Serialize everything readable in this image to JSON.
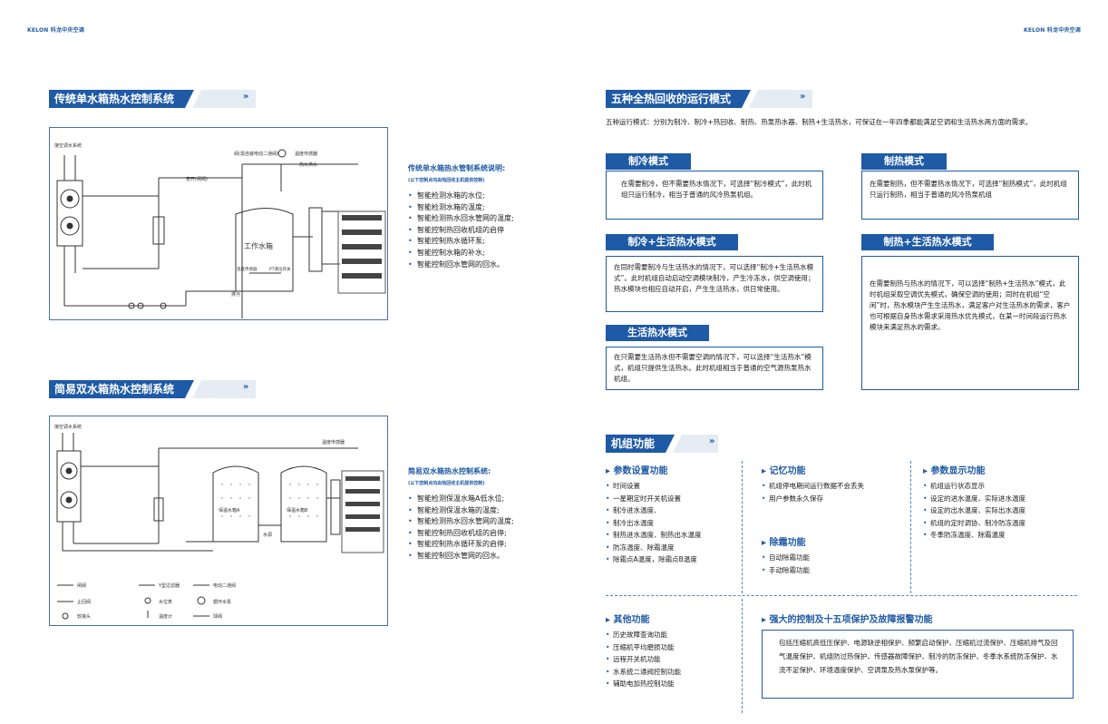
{
  "header": {
    "logo_left": "KELON 科龙中央空调",
    "logo_right": "KELON 科龙中央空调"
  },
  "left": {
    "section1": {
      "title": "传统单水箱热水控制系统",
      "diagram": {
        "label_tl": "接空调水系统",
        "label_top": "阀(需自装电动二通阀)",
        "label_sensor": "温度传感器",
        "label_supply": "热水供水",
        "label_valve": "安开(闸阀)",
        "label_tank": "工作水箱",
        "label_sensor2": "温度传感器",
        "label_level": "PT液位开关",
        "label_drain": "排污"
      },
      "desc_title": "传统单水箱热水管制系统说明:",
      "desc_sub": "(以下控制点均由热回收主机提供控制)",
      "bullets": [
        "智能检测水箱的水位;",
        "智能检测水箱的温度;",
        "智能检测热水回水管网的温度;",
        "智能控制热回收机组的启停",
        "智能控制热水循环泵;",
        "智能控制水箱的补水;",
        "智能控制回水管网的回水。"
      ]
    },
    "section2": {
      "title": "简易双水箱热水控制系统",
      "diagram": {
        "label_tl": "接空调水系统",
        "label_sensor": "温度传感器",
        "label_tank1": "保温水箱A",
        "label_tank2": "保温水箱B",
        "label_water": "水源",
        "legend": [
          "闸阀",
          "Y型过滤器",
          "电动二通阀",
          "止回阀",
          "水位表",
          "循环水泵",
          "软接头",
          "温度计",
          "球阀"
        ]
      },
      "desc_title": "简易双水箱热水控制系统:",
      "desc_sub": "(以下控制点均由热回收主机提供控制)",
      "bullets": [
        "智能检测保温水箱A低水位;",
        "智能检测保温水箱的温度;",
        "智能检测热水回水管网的温度;",
        "智能控制热回收机组的启停;",
        "智能控制热水循环泵的启停;",
        "智能控制回水管网的回水。"
      ]
    }
  },
  "right": {
    "modes": {
      "title": "五种全热回收的运行模式",
      "intro": "五种运行模式：分别为制冷、制冷+热回收、制热、热泵热水器、制热+生活热水，可保证在一年四季都能满足空调和生活热水两方面的需求。",
      "cooling": {
        "title": "制冷模式",
        "text": "在需要制冷，但不需要热水情况下，可选择“制冷模式”，此时机组只运行制冷，相当于普通的风冷热泵机组。"
      },
      "heating": {
        "title": "制热模式",
        "text": "在需要制热，但不需要热水情况下，可选择“制热模式”，此时机组只运行制热，相当于普通的风冷热泵机组"
      },
      "cool_hot": {
        "title": "制冷+生活热水模式",
        "text": "在同时需要制冷与生活热水的情况下，可以选择“制冷+生活热水模式”。此时机组自动启动空调模块制冷，产生冷冻水，供空调使用；热水模块也相应自动开启，产生生活热水，供日常使用。"
      },
      "heat_hot": {
        "title": "制热+生活热水模式",
        "text": "在需要制热与热水的情况下，可以选择“制热+生活热水”模式，此时机组采取空调优先模式，确保空调的使用；同时在机组“空闲”时，热水模块产生生活热水，满足客户对生活热水的需求，客户也可根据自身热水需求采用热水优先模式，在某一时间段运行热水模块来满足热水的需求。"
      },
      "hot": {
        "title": "生活热水模式",
        "text": "在只需要生活热水但不需要空调的情况下，可以选择“生活热水”模式，机组只提供生活热水。此时机组相当于普通的空气源热泵热水机组。"
      }
    },
    "functions": {
      "title": "机组功能",
      "param_setting": {
        "title": "参数设置功能",
        "items": [
          "时间设置",
          "一星期定时开关机设置",
          "制冷进水温度、",
          "制冷出水温度",
          "制热进水温度、制热出水温度",
          "防冻温度、除霜温度",
          "除霜点A温度，除霜点B温度"
        ]
      },
      "memory": {
        "title": "记忆功能",
        "items": [
          "机组停电期间运行数据不会丢失",
          "用户参数永久保存"
        ]
      },
      "param_display": {
        "title": "参数显示功能",
        "items": [
          "机组运行状态显示",
          "设定的进水温度、实际进水温度",
          "设定的出水温度、实际出水温度",
          "机组的定时调协、制冷防冻温度",
          "冬季防冻温度、除霜温度"
        ]
      },
      "defrost": {
        "title": "除霜功能",
        "items": [
          "自动除霜功能",
          "手动除霜功能"
        ]
      },
      "other": {
        "title": "其他功能",
        "items": [
          "历史故障查询功能",
          "压缩机平均磨损功能",
          "远程开关机功能",
          "水系统二通阀控制功能",
          "辅助电加热控制功能"
        ]
      },
      "protection": {
        "title": "强大的控制及十五项保护及故障报警功能",
        "text": "包括压缩机高低压保护、电源缺逆相保护、频繁启动保护、压缩机过流保护、压缩机排气及回气温度保护、机组防过热保护、传感器故障保护、制冷的防冻保护、冬季水系统防冻保护、水流不足保护、环境温度保护、空调泵及热水泵保护等。"
      }
    }
  },
  "colors": {
    "brand": "#1f5aa6",
    "tail": "#e6ecf4"
  }
}
